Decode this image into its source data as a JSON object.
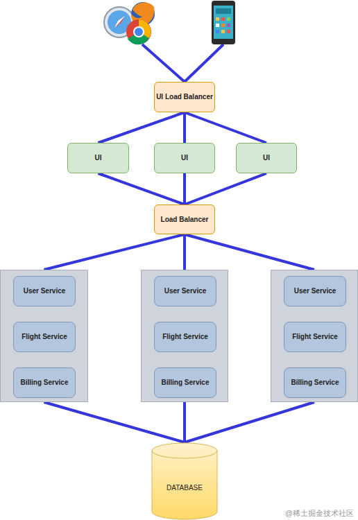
{
  "diagram": {
    "nodes": [
      {
        "text": [
          "UI Load Balancer"
        ]
      },
      {
        "text": [
          "UI"
        ]
      },
      {
        "text": [
          "UI"
        ]
      },
      {
        "text": [
          "UI"
        ]
      },
      {
        "text": [
          "Load Balancer"
        ]
      },
      {
        "text": []
      },
      {
        "text": [
          "User Service"
        ],
        "in": 5
      },
      {
        "text": [
          "Flight Service"
        ],
        "in": 5
      },
      {
        "text": [
          "Billing Service"
        ],
        "in": 5
      },
      {
        "text": []
      },
      {
        "text": [
          "User Service"
        ],
        "in": 9
      },
      {
        "text": [
          "Flight Service"
        ],
        "in": 9
      },
      {
        "text": [
          "Billing Service"
        ],
        "in": 9
      },
      {
        "text": []
      },
      {
        "text": [
          "User Service"
        ],
        "in": 13
      },
      {
        "text": [
          "Flight Service"
        ],
        "in": 13
      },
      {
        "text": [
          "Billing Service"
        ],
        "in": 13
      },
      {
        "text": [
          "DATABASE"
        ]
      }
    ],
    "edges": [
      {
        "from": 0,
        "to": 1,
        "arrow": "none"
      },
      {
        "from": 0,
        "to": 2,
        "arrow": "none"
      },
      {
        "from": 0,
        "to": 3,
        "arrow": "none"
      },
      {
        "from": 1,
        "to": 4,
        "arrow": "none"
      },
      {
        "from": 2,
        "to": 4,
        "arrow": "none"
      },
      {
        "from": 3,
        "to": 4,
        "arrow": "none"
      },
      {
        "from": 4,
        "to": 5,
        "arrow": "none"
      },
      {
        "from": 4,
        "to": 9,
        "arrow": "none"
      },
      {
        "from": 4,
        "to": 13,
        "arrow": "none"
      },
      {
        "from": 5,
        "to": 17,
        "arrow": "none"
      },
      {
        "from": 9,
        "to": 17,
        "arrow": "none"
      },
      {
        "from": 13,
        "to": 17,
        "arrow": "none"
      }
    ],
    "labels": [
      "@稀土掘金技术社区"
    ]
  }
}
